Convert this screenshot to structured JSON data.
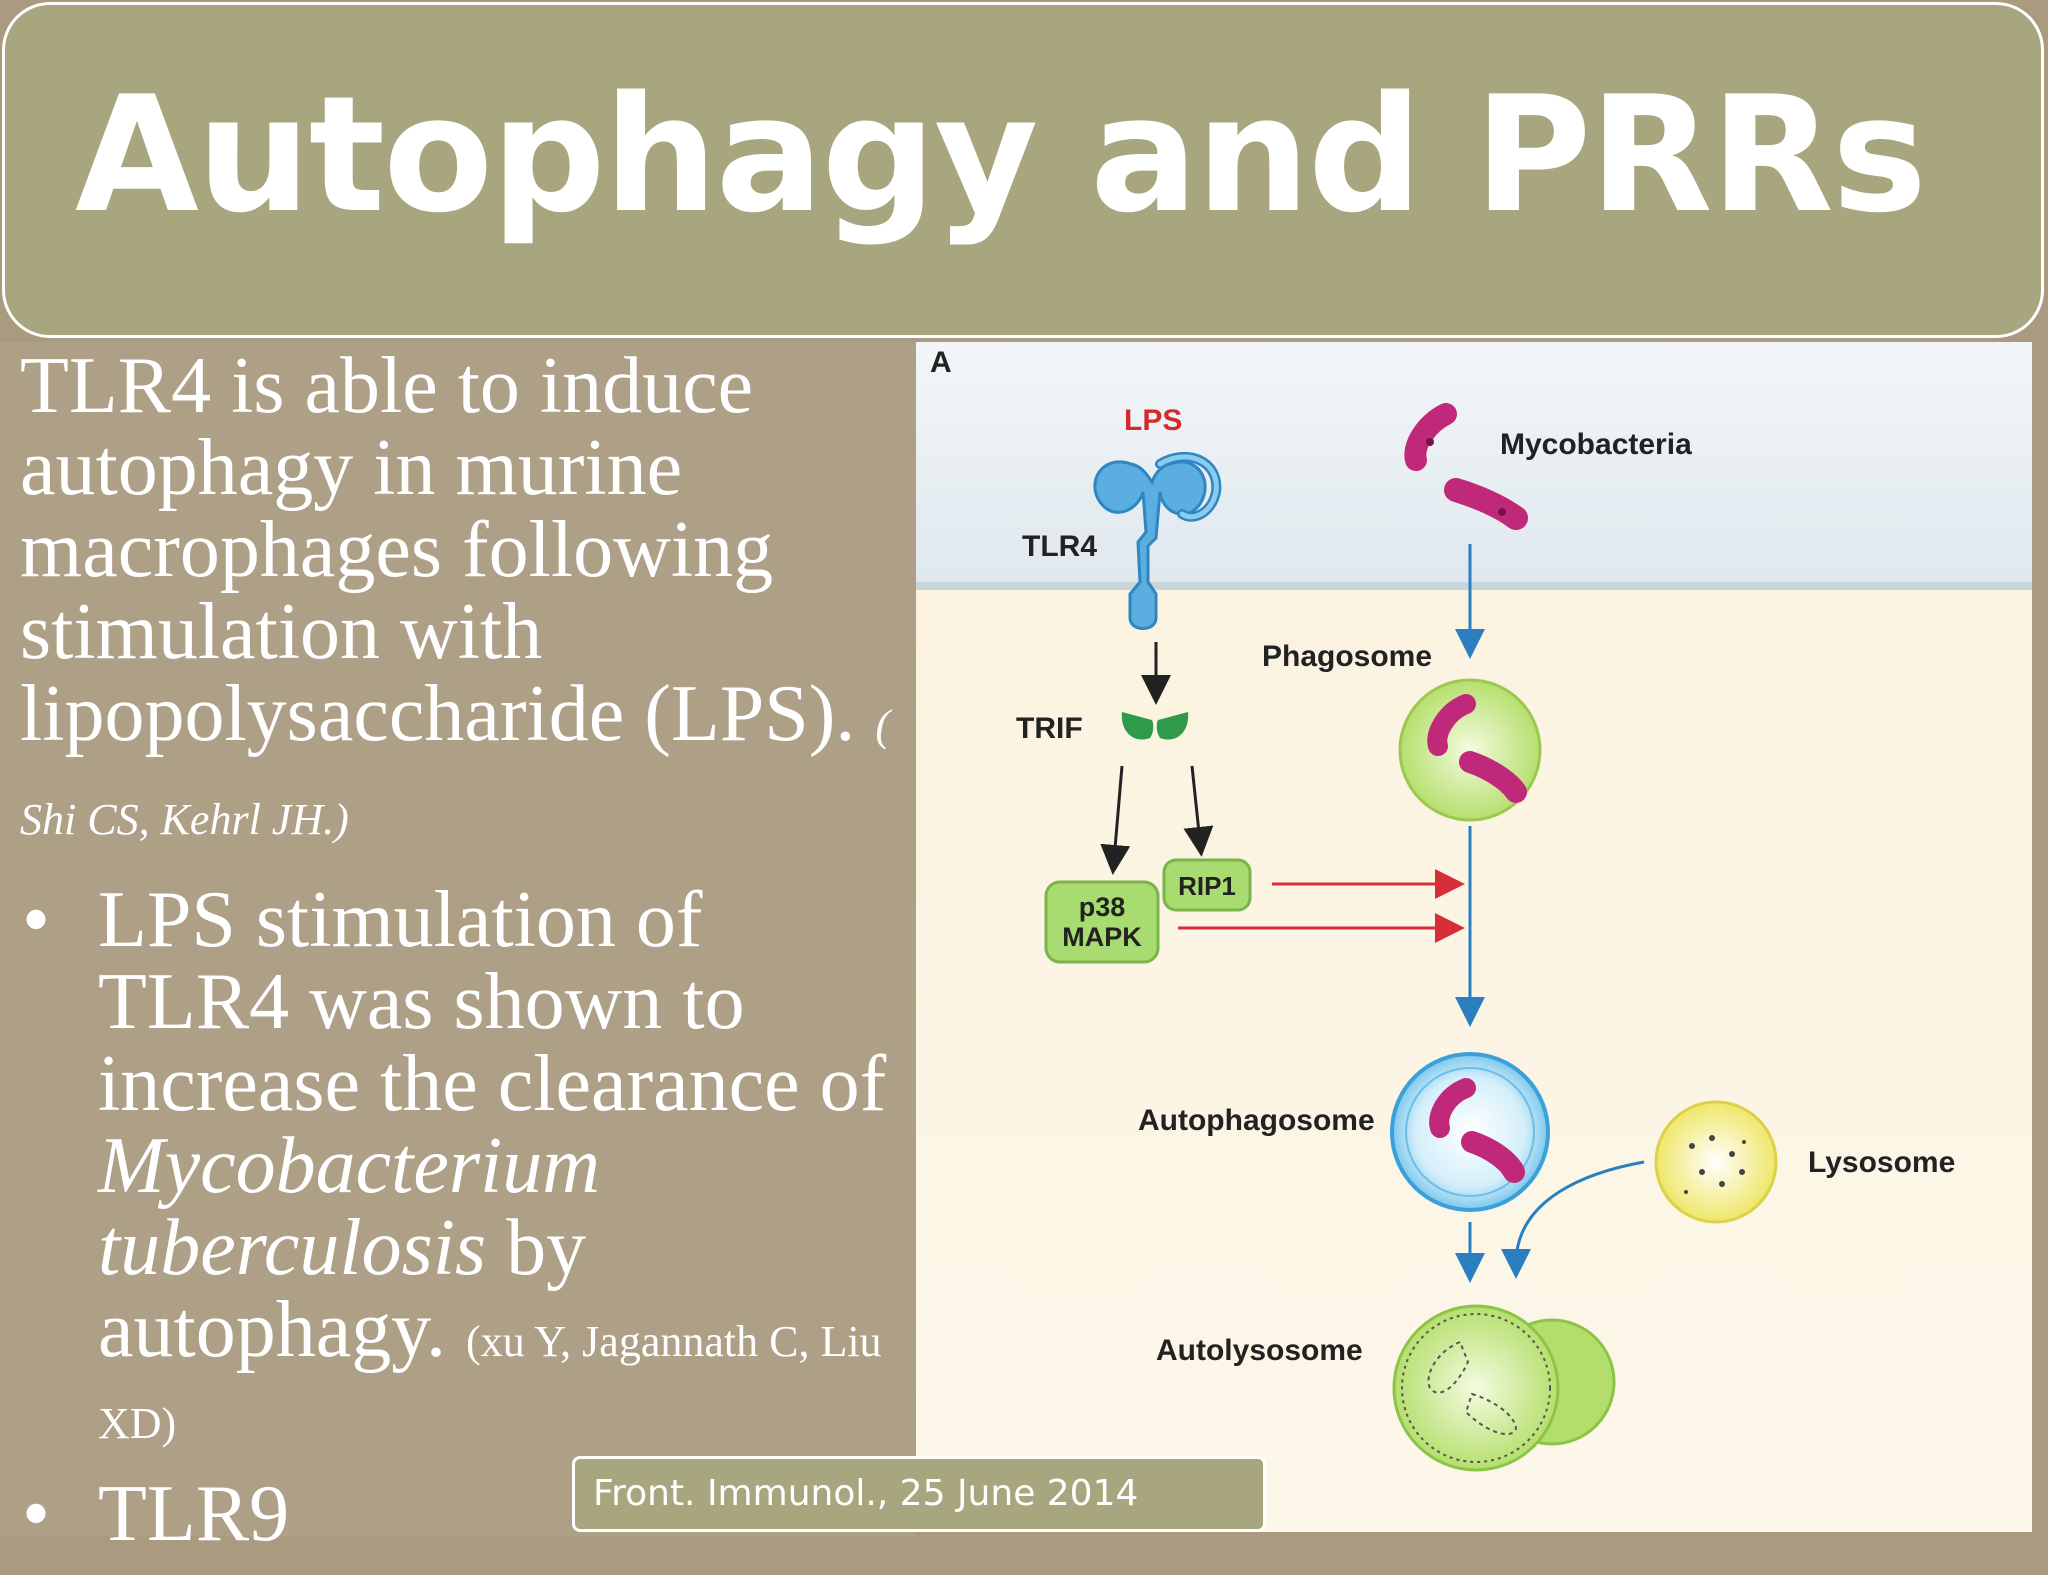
{
  "title": "Autophagy and PRRs",
  "intro": {
    "text": "TLR4 is able to induce autophagy in murine macrophages following stimulation with lipopolysaccharide (LPS).",
    "citation": "( Shi CS, Kehrl JH.)"
  },
  "bullets": [
    {
      "marker": "•",
      "text_before": "LPS stimulation of TLR4 was shown to increase the clearance of ",
      "text_italic": "Mycobacterium tuberculosis",
      "text_after": " by autophagy.",
      "citation": "(xu Y, Jagannath C, Liu XD)"
    },
    {
      "marker": "•",
      "text_before": "TLR9"
    }
  ],
  "source": "Front. Immunol., 25 June 2014",
  "figure": {
    "panel_label": "A",
    "labels": {
      "lps": "LPS",
      "tlr4": "TLR4",
      "trif": "TRIF",
      "p38_line1": "p38",
      "p38_line2": "MAPK",
      "rip1": "RIP1",
      "mycobacteria": "Mycobacteria",
      "phagosome": "Phagosome",
      "autophagosome": "Autophagosome",
      "lysosome": "Lysosome",
      "autolysosome": "Autolysosome"
    },
    "colors": {
      "receptor": "#5aaee0",
      "trif": "#2e9a4a",
      "box_green": "#a8dc70",
      "bacteria": "#c0287a",
      "blue_arrow": "#2b7fc0",
      "red_arrow": "#d62f3a",
      "lps_text": "#d42a2a",
      "lysosome": "#f2ec82",
      "autophagosome": "#aee0f6"
    }
  }
}
